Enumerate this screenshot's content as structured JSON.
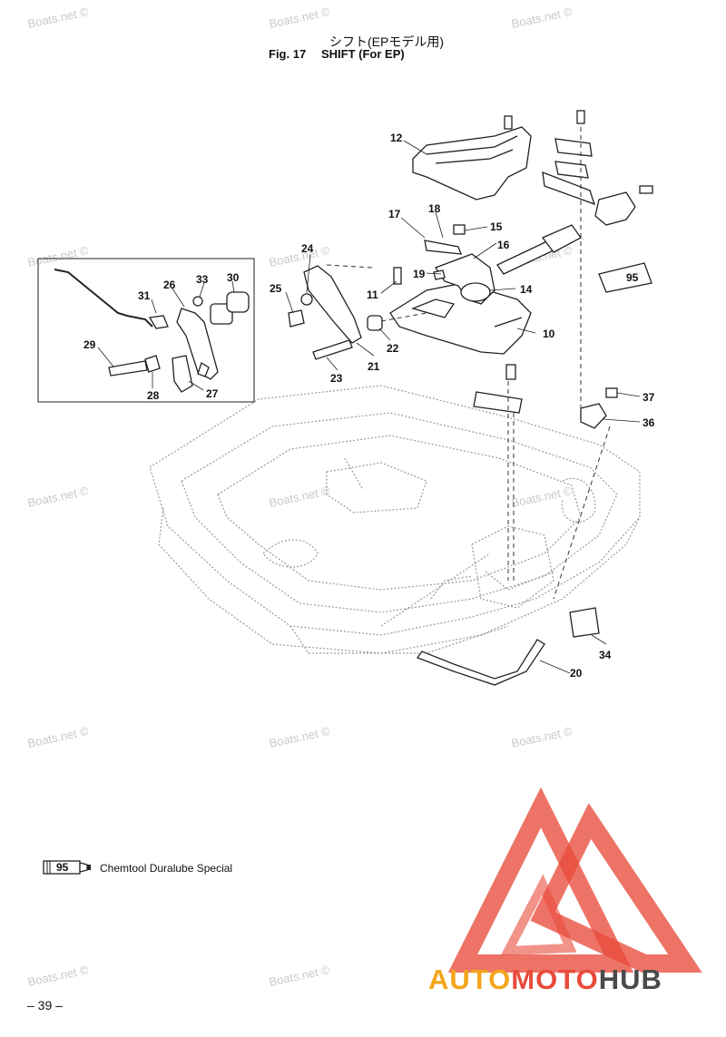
{
  "header": {
    "title_jp": "シフト(EPモデル用)",
    "fig_label": "Fig. 17",
    "fig_title": "SHIFT (For EP)"
  },
  "watermark": "Boats.net ©",
  "parts": [
    {
      "id": "12",
      "label": "12"
    },
    {
      "id": "15",
      "label": "15"
    },
    {
      "id": "16",
      "label": "16"
    },
    {
      "id": "17",
      "label": "17"
    },
    {
      "id": "18",
      "label": "18"
    },
    {
      "id": "19",
      "label": "19"
    },
    {
      "id": "14",
      "label": "14"
    },
    {
      "id": "11",
      "label": "11"
    },
    {
      "id": "10",
      "label": "10"
    },
    {
      "id": "24",
      "label": "24"
    },
    {
      "id": "25",
      "label": "25"
    },
    {
      "id": "22",
      "label": "22"
    },
    {
      "id": "21",
      "label": "21"
    },
    {
      "id": "23",
      "label": "23"
    },
    {
      "id": "26",
      "label": "26"
    },
    {
      "id": "33",
      "label": "33"
    },
    {
      "id": "30",
      "label": "30"
    },
    {
      "id": "31",
      "label": "31"
    },
    {
      "id": "29",
      "label": "29"
    },
    {
      "id": "28",
      "label": "28"
    },
    {
      "id": "27",
      "label": "27"
    },
    {
      "id": "37",
      "label": "37"
    },
    {
      "id": "36",
      "label": "36"
    },
    {
      "id": "34",
      "label": "34"
    },
    {
      "id": "20",
      "label": "20"
    }
  ],
  "lubricant_code": "95",
  "legend": {
    "code": "95",
    "text": "Chemtool Duralube Special"
  },
  "page_number": "– 39 –",
  "brand": {
    "part1": "AUTO",
    "part2": "MOTO",
    "part3": "HUB"
  },
  "colors": {
    "logo_red": "#e94b3c",
    "logo_orange": "#f4a51c",
    "logo_gray": "#4a4a4a",
    "watermark": "#c9c9c9"
  }
}
